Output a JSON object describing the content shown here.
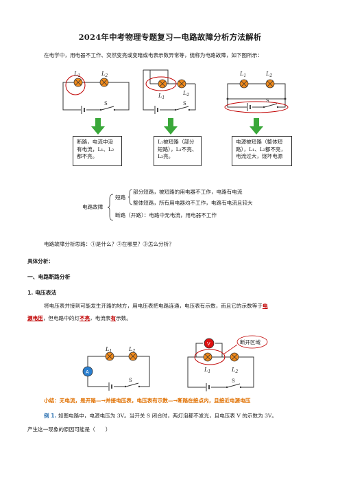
{
  "title": "2024年中考物理专题复习—电路故障分析方法解析",
  "intro": "在电学中，用电器不工作、突然变亮或变暗或电表示数异常等，统称为电路故障，如下图所示：",
  "circuits_top": {
    "c1": {
      "l1": "L",
      "l1_sub": "1",
      "l2": "L",
      "l2_sub": "2",
      "s": "S"
    },
    "c2": {
      "l1": "L",
      "l1_sub": "1",
      "l2": "L",
      "l2_sub": "2",
      "s": "S"
    },
    "c3": {
      "l1": "L",
      "l1_sub": "1",
      "l2": "L",
      "l2_sub": "2",
      "s": "S"
    }
  },
  "boxes": [
    "断路，电流中没有电流，L₁、L₂都不亮。",
    "L₁被短路（部分短路），L₁不亮、L₂亮。",
    "电源被短路（整体短路），L₁、L₂都不亮，电流过大，烧坏电源"
  ],
  "fault_tree": {
    "root": "电路故障",
    "short": "短路",
    "short_partial": "部分短路，被短路的用电器不工作，电路有电流",
    "short_whole": "整体短路，所有用电器均不工作，电路有电流且较大",
    "open": "断路（开路）：电路中无电流，用电器不工作"
  },
  "approach": "电路故障分析思路：①是什么？②在哪里？③怎么分析？",
  "specific": "具体分析：",
  "section1": "一、电路断路分析",
  "sub1": "1. 电压表法",
  "para1_a": "将电压表并接到可能发生开路的地方，用电压表把电路连通，电压表有示数，而且它的示数等于",
  "para1_fill1": "电",
  "para1_fill1b": "源电压",
  "para1_b": "，但电路中的灯",
  "para1_fill2": "不亮",
  "para1_c": "，电流表",
  "para1_fill3": "有",
  "para1_d": "示数。",
  "circuits_mid": {
    "c4": {
      "ammeter": "A",
      "l1": "L",
      "l1_sub": "1",
      "l2": "L",
      "l2_sub": "2",
      "s": "S"
    },
    "c5": {
      "voltmeter": "V",
      "l1": "L",
      "l1_sub": "1",
      "l2": "L",
      "l2_sub": "2",
      "s": "S",
      "callout": "断开区域"
    }
  },
  "summary": "小结：无电流，是开路—→并接电压表，电压表有示数—→断路在接点内，且接近电源电压",
  "example_label": "例 1.",
  "example_text": "如图电路中，电源电压为 3V。当开关 S 闭合时，两灯泡都不发光，且电压表 V 的示数为 3V。",
  "example_text2": "产生这一现象的原因可能是（　　）",
  "colors": {
    "red": "#c00000",
    "green": "#3aa83a",
    "lamp": "#f08a1c",
    "blue": "#2a7fd0"
  }
}
